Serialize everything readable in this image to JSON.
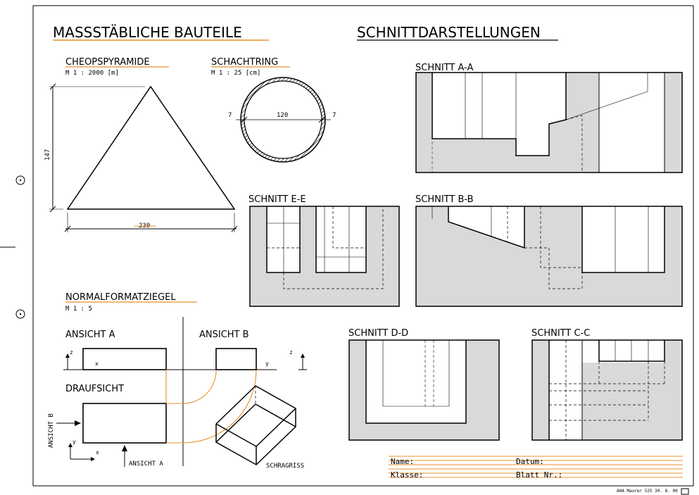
{
  "title_left": "MASSSTÄBLICHE BAUTEILE",
  "title_right": "SCHNITTDARSTELLUNGEN",
  "pyramid": {
    "title": "CHEOPSPYRAMIDE",
    "scale": "M 1 : 2000 [m]",
    "height": "147",
    "base": "230"
  },
  "ring": {
    "title": "SCHACHTRING",
    "scale": "M 1 : 25 [cm]",
    "wall_left": "7",
    "diameter": "120",
    "wall_right": "7"
  },
  "brick": {
    "title": "NORMALFORMATZIEGEL",
    "scale": "M 1 : 5",
    "view_a": "ANSICHT A",
    "view_b": "ANSICHT B",
    "top_view": "DRAUFSICHT",
    "arrow_b": "ANSICHT B",
    "arrow_a": "ANSICHT A",
    "iso": "SCHRAGRISS",
    "axis_z": "z",
    "axis_x": "x",
    "axis_y": "y"
  },
  "sections": {
    "aa": "SCHNITT A-A",
    "ee": "SCHNITT E-E",
    "bb": "SCHNITT B-B",
    "dd": "SCHNITT D-D",
    "cc": "SCHNITT C-C"
  },
  "form": {
    "name": "Name:",
    "date": "Datum:",
    "class": "Klasse:",
    "sheet": "Blatt Nr.:"
  },
  "footer": "AHA Maurer 525 30. 8. 00",
  "colors": {
    "hatch": "#d9d9d9",
    "accent": "#e8902a",
    "line": "#000000"
  }
}
